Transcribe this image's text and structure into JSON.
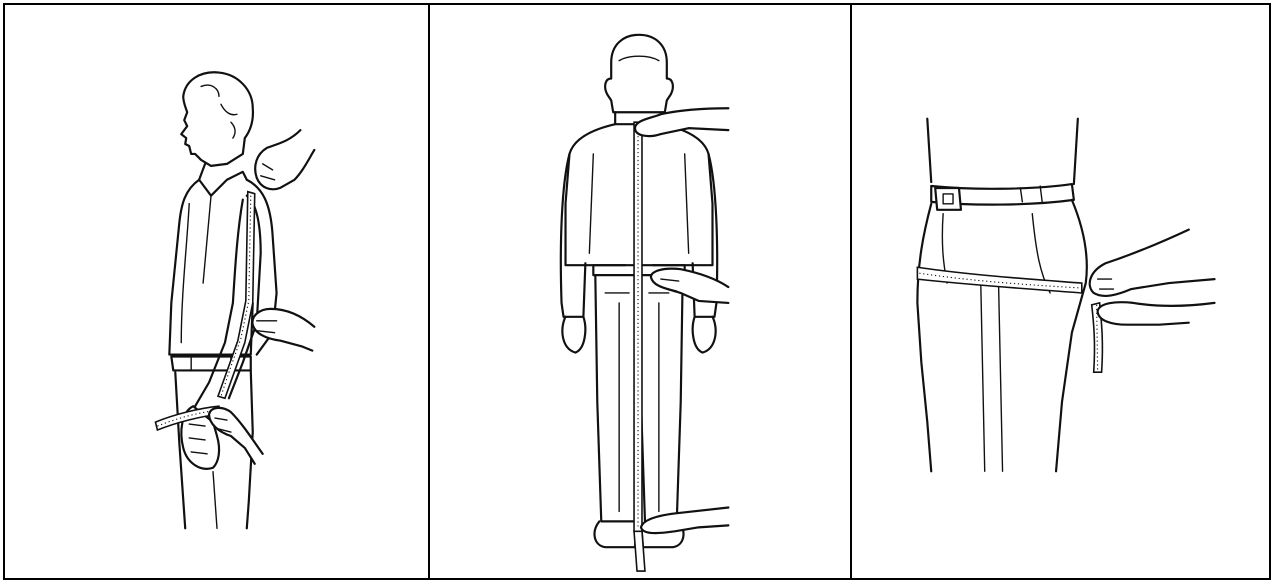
{
  "figure": {
    "panels": [
      {
        "id": "sleeve",
        "subject": "side-view-man",
        "tape": "shoulder-to-wrist"
      },
      {
        "id": "length",
        "subject": "back-view-man",
        "tape": "neck-to-floor"
      },
      {
        "id": "thigh",
        "subject": "trouser-closeup",
        "tape": "around-thigh"
      }
    ],
    "style": {
      "line_color": "#111111",
      "background": "#ffffff",
      "border_color": "#000000"
    }
  }
}
